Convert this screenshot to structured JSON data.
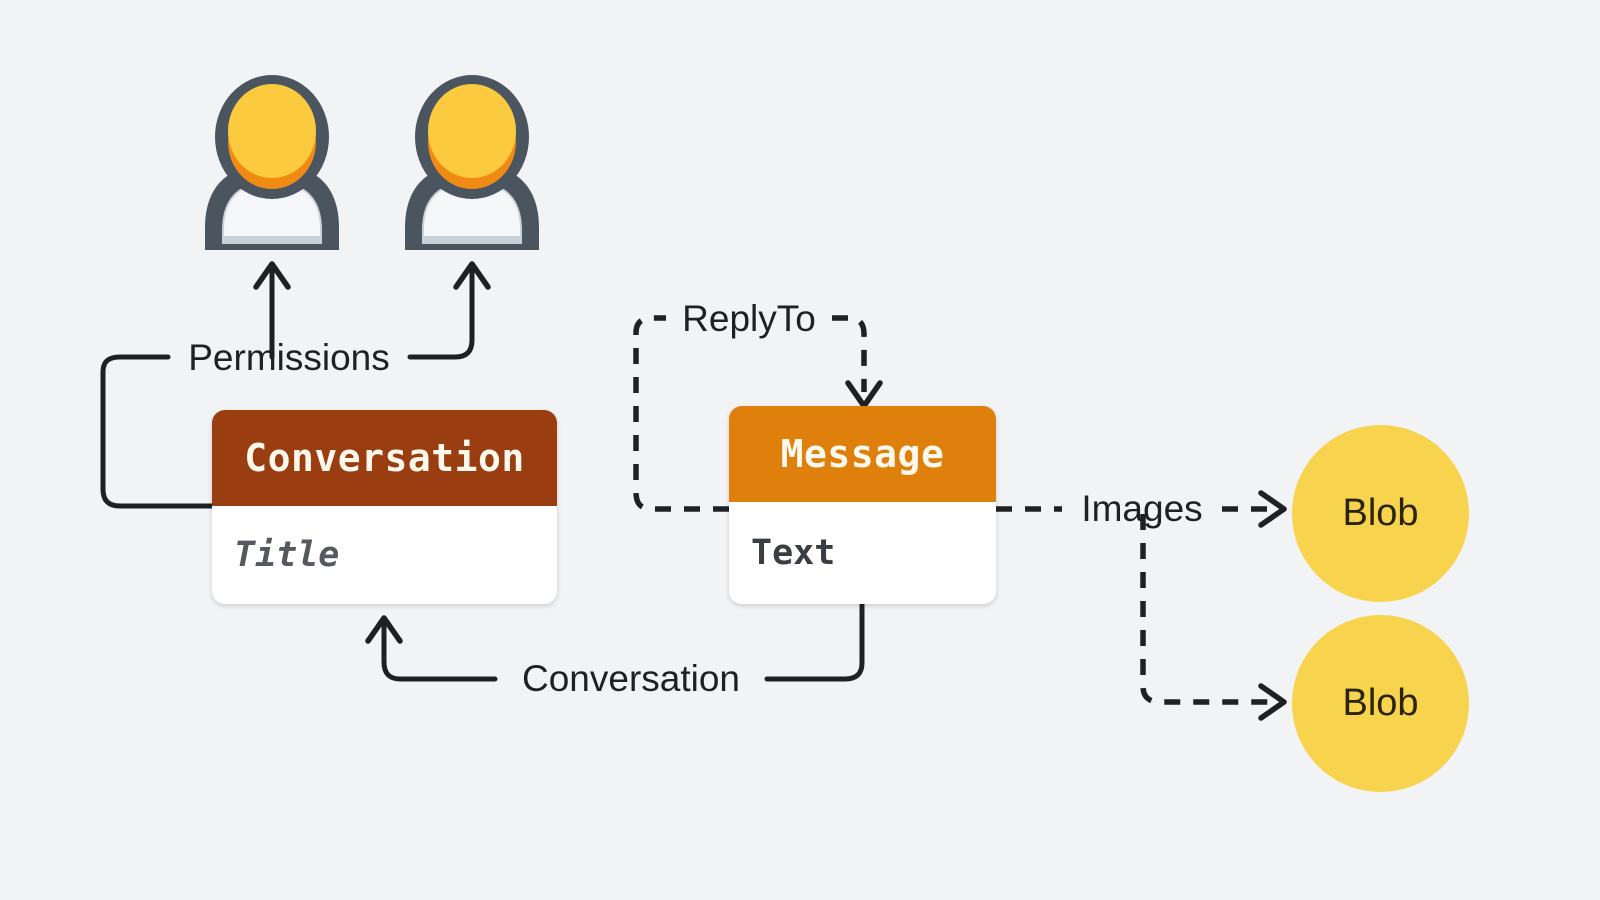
{
  "diagram": {
    "type": "entity-relationship",
    "background_color": "#F2F3F5",
    "nodes": [
      {
        "id": "user-1",
        "kind": "person-icon",
        "icon": "person-bust-icon",
        "label": ""
      },
      {
        "id": "user-2",
        "kind": "person-icon",
        "icon": "person-bust-icon",
        "label": ""
      },
      {
        "id": "conversation",
        "kind": "entity-card",
        "title": "Conversation",
        "header_color": "#9A3D10",
        "fields": [
          {
            "name": "Title",
            "style": "italic"
          }
        ]
      },
      {
        "id": "message",
        "kind": "entity-card",
        "title": "Message",
        "header_color": "#DF800D",
        "fields": [
          {
            "name": "Text",
            "style": "normal"
          }
        ]
      },
      {
        "id": "blob-1",
        "kind": "blob-circle",
        "title": "Blob",
        "fill_color": "#F8D34E"
      },
      {
        "id": "blob-2",
        "kind": "blob-circle",
        "title": "Blob",
        "fill_color": "#F8D34E"
      }
    ],
    "edges": [
      {
        "id": "permissions",
        "label": "Permissions",
        "from": "conversation",
        "to": [
          "user-1",
          "user-2"
        ],
        "style": "solid",
        "arrow": true
      },
      {
        "id": "replyto",
        "label": "ReplyTo",
        "from": "message",
        "to": "message",
        "style": "dashed",
        "arrow": true
      },
      {
        "id": "conversation-ref",
        "label": "Conversation",
        "from": "message",
        "to": "conversation",
        "style": "solid",
        "arrow": true
      },
      {
        "id": "images",
        "label": "Images",
        "from": "message",
        "to": [
          "blob-1",
          "blob-2"
        ],
        "style": "dashed",
        "arrow": true
      }
    ],
    "colors": {
      "edge": "#1F2023",
      "brown_header": "#9A3D10",
      "orange_header": "#DF800D",
      "blob_yellow": "#F8D34E",
      "card_body": "#FFFFFF",
      "person_outline": "#4A5560",
      "person_face": "#FCCA3E",
      "person_face_shadow": "#EF8B13",
      "person_body": "#F3F5F7"
    }
  }
}
